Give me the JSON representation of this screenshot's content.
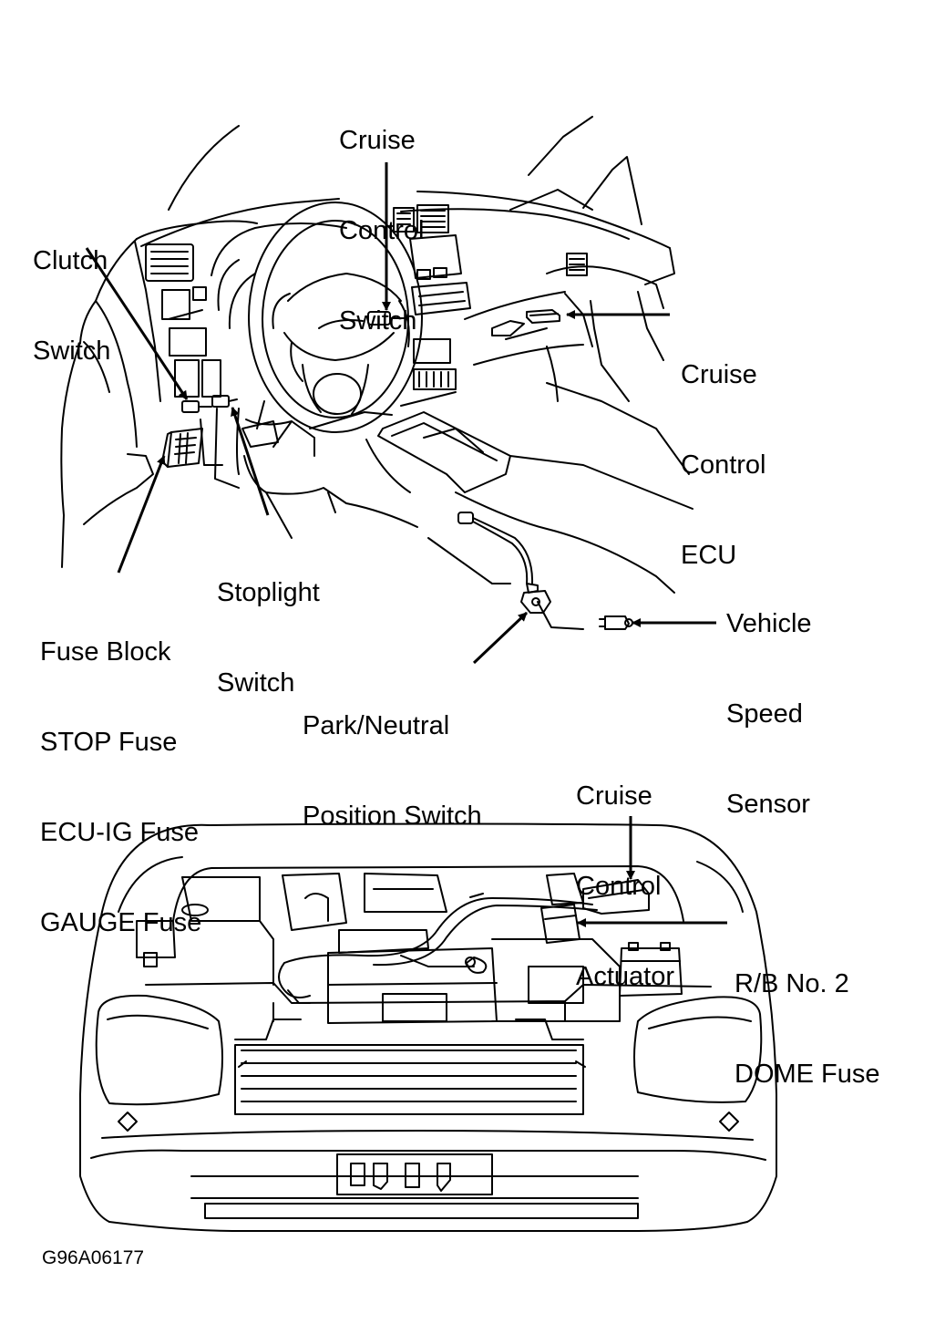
{
  "labels": {
    "cruise_control_switch": [
      "Cruise",
      "Control",
      "Switch"
    ],
    "clutch_switch": [
      "Clutch",
      "Switch"
    ],
    "cruise_control_ecu": [
      "Cruise",
      "Control",
      "ECU"
    ],
    "stoplight_switch": [
      "Stoplight",
      "Switch"
    ],
    "fuse_block": [
      "Fuse Block",
      "STOP Fuse",
      "ECU-IG Fuse",
      "GAUGE Fuse"
    ],
    "vehicle_speed_sensor": [
      "Vehicle",
      "Speed",
      "Sensor"
    ],
    "park_neutral_switch": [
      "Park/Neutral",
      "Position Switch"
    ],
    "cruise_control_actuator": [
      "Cruise",
      "Control",
      "Actuator"
    ],
    "rb_no2": [
      "R/B No. 2",
      "DOME Fuse"
    ]
  },
  "figure_code": "G96A06177",
  "colors": {
    "ink": "#000000",
    "paper": "#ffffff"
  }
}
